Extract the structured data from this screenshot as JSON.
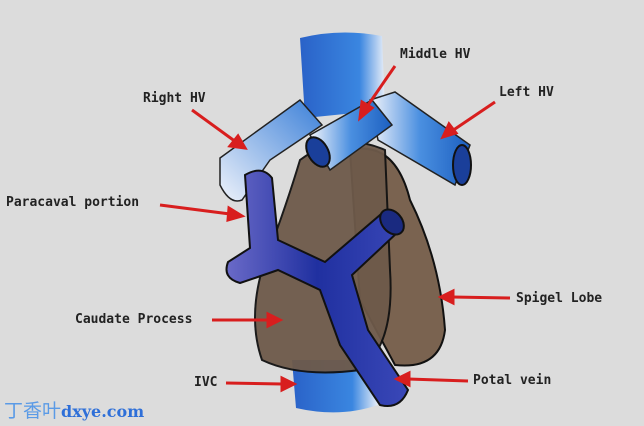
{
  "labels": {
    "middle_hv": "Middle HV",
    "left_hv": "Left HV",
    "right_hv": "Right HV",
    "paracaval": "Paracaval portion",
    "spigel": "Spigel Lobe",
    "caudate": "Caudate Process",
    "ivc": "IVC",
    "potal": "Potal vein"
  },
  "watermark": {
    "cn": "丁香叶",
    "en": "dxye.com"
  },
  "colors": {
    "arrow": "#d81e1e",
    "lobe": "#7a6350",
    "vein": "#2a6fd0",
    "portal": "#2a3a9c"
  }
}
